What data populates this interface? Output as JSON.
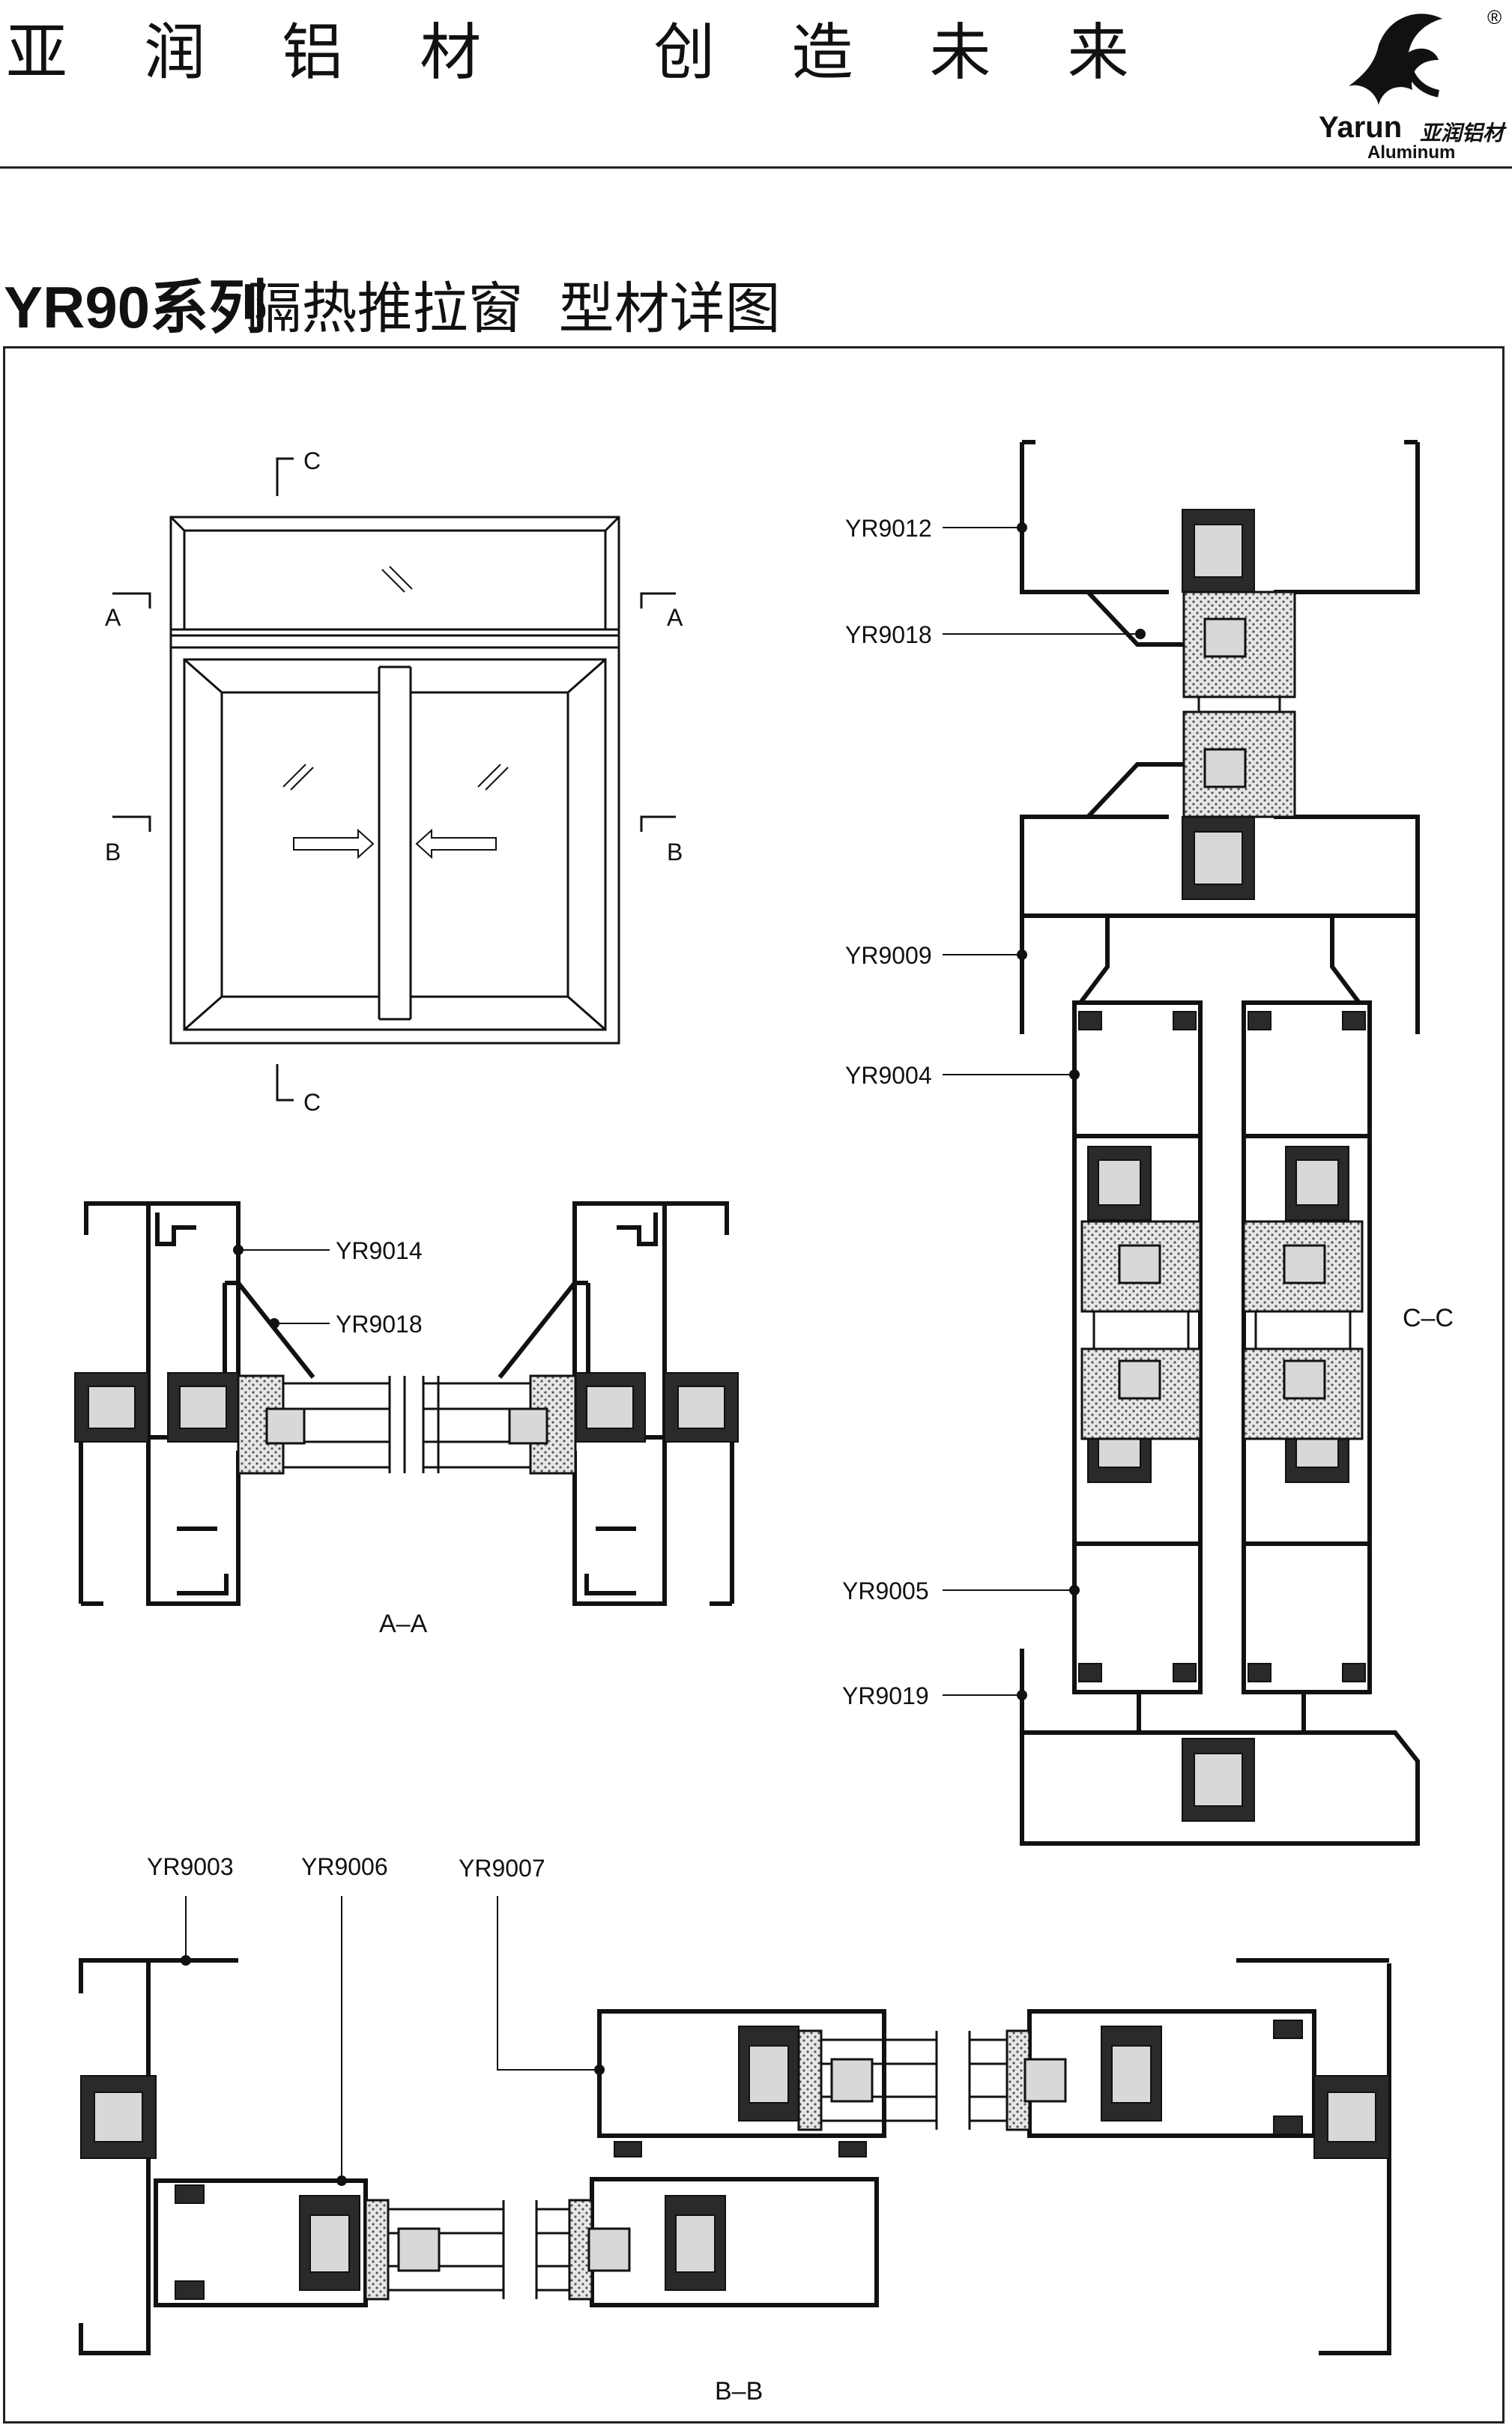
{
  "header": {
    "slogan": "亚 润 铝 材   创 造 未 来",
    "logo_en": "Yarun",
    "logo_cn": "亚润铝材",
    "logo_sub": "Aluminum",
    "logo_mark": "®"
  },
  "title": {
    "series": "YR90系列",
    "rest": " 隔热推拉窗  型材详图"
  },
  "elevation": {
    "markers": {
      "c_top": "C",
      "c_bottom": "C",
      "a_left": "A",
      "a_right": "A",
      "b_left": "B",
      "b_right": "B"
    }
  },
  "sections": {
    "aa": "A–A",
    "bb": "B–B",
    "cc": "C–C"
  },
  "labels": {
    "aa": [
      "YR9014",
      "YR9018"
    ],
    "cc": [
      "YR9012",
      "YR9018",
      "YR9009",
      "YR9004",
      "YR9005",
      "YR9019"
    ],
    "bb": [
      "YR9003",
      "YR9006",
      "YR9007"
    ]
  },
  "colors": {
    "line": "#111111",
    "fill_dark": "#2a2a2a",
    "fill_gray": "#8c8c8c",
    "fill_light": "#d8d8d8"
  }
}
